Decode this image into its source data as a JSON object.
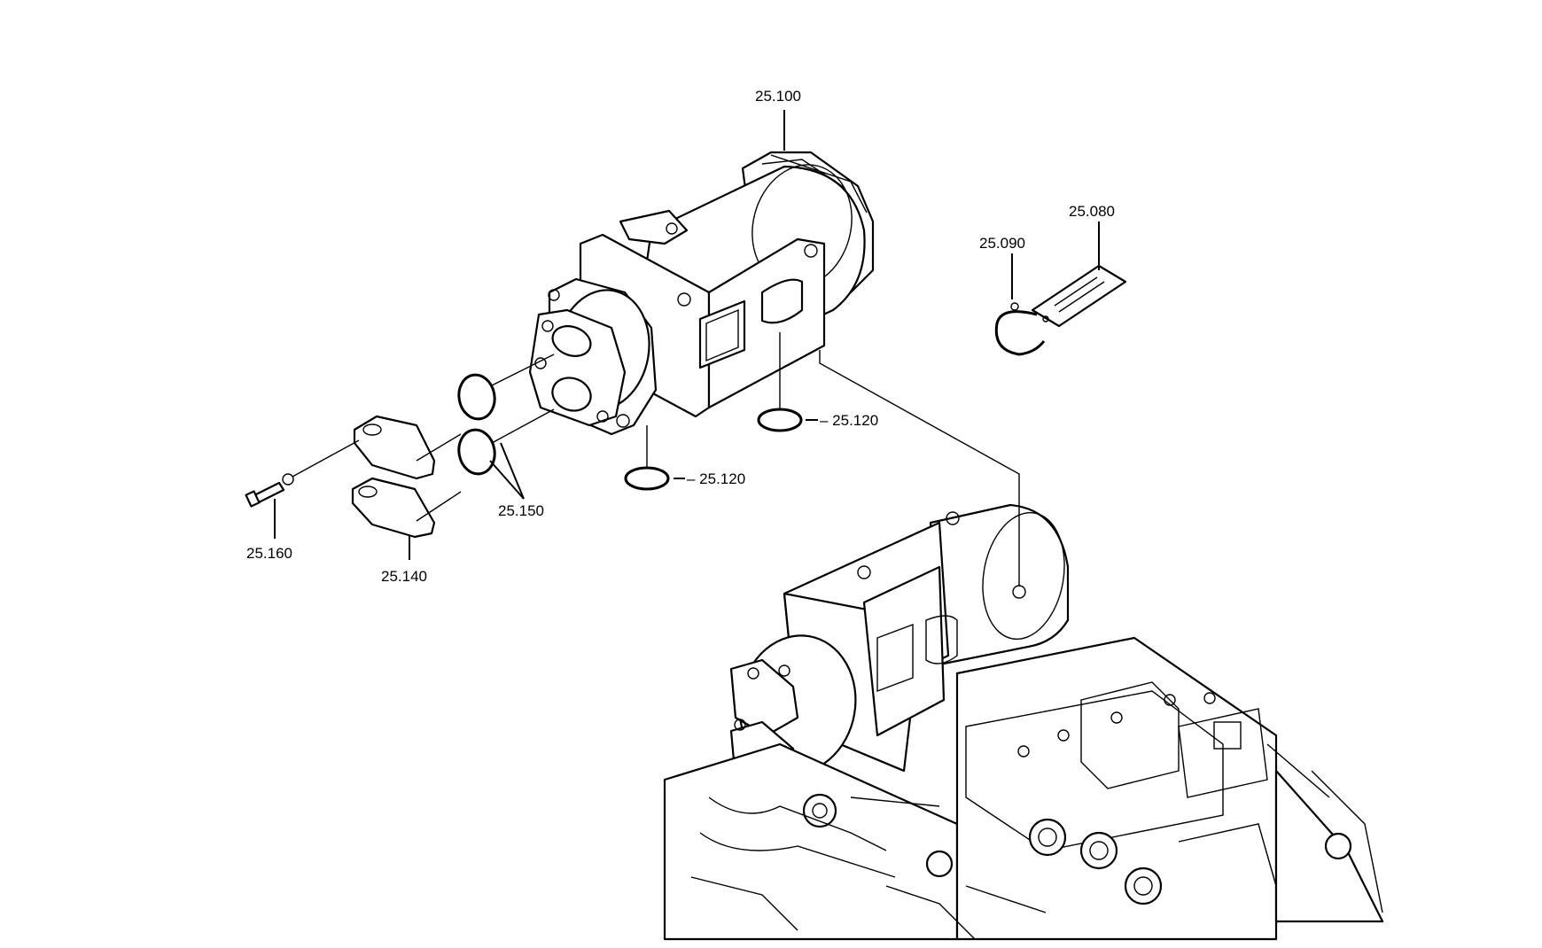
{
  "callouts": {
    "c25100": "25.100",
    "c25080": "25.080",
    "c25090": "25.090",
    "c25120a": "25.120",
    "c25120b": "25.120",
    "c25150": "25.150",
    "c25160": "25.160",
    "c25140": "25.140"
  },
  "colors": {
    "line": "#000000",
    "background": "#ffffff"
  }
}
